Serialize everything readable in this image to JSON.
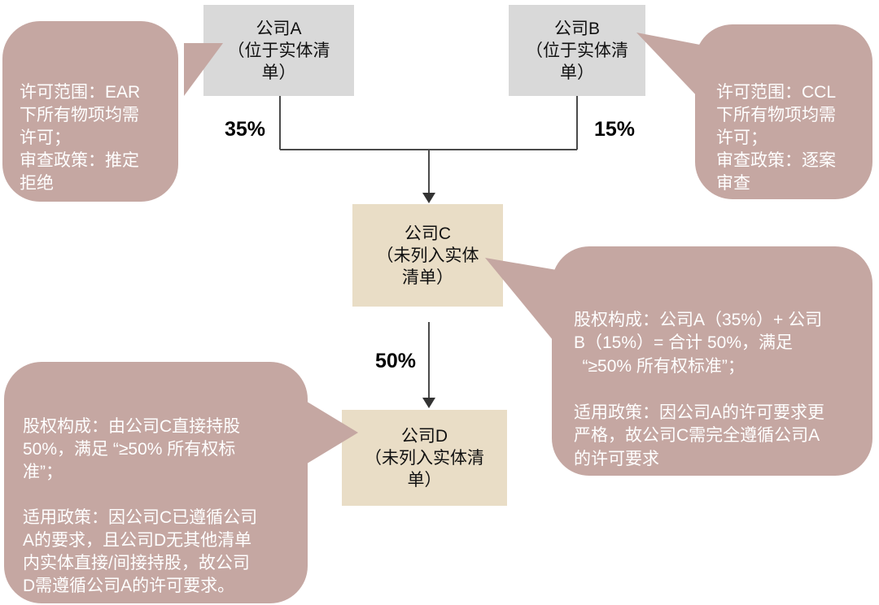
{
  "nodes": {
    "company_a": {
      "label": "公司A\n（位于实体清\n单）",
      "status": "位于实体清单"
    },
    "company_b": {
      "label": "公司B\n（位于实体清\n单）",
      "status": "位于实体清单"
    },
    "company_c": {
      "label": "公司C\n（未列入实体\n清单）",
      "status": "未列入实体清单"
    },
    "company_d": {
      "label": "公司D\n（未列入实体清\n单）",
      "status": "未列入实体清单"
    }
  },
  "edges": {
    "a_to_c": {
      "label": "35%"
    },
    "b_to_c": {
      "label": "15%"
    },
    "c_to_d": {
      "label": "50%"
    }
  },
  "callouts": {
    "company_a_policy": {
      "text": "许可范围：EAR\n下所有物项均需\n许可；\n审查政策：推定\n拒绝"
    },
    "company_b_policy": {
      "text": "许可范围：CCL\n下所有物项均需\n许可；\n审查政策：逐案\n审查"
    },
    "company_c_analysis": {
      "text": "股权构成：公司A（35%）+ 公司\nB（15%）= 合计 50%，满足\n “≥50% 所有权标准”；\n\n适用政策：因公司A的许可要求更\n严格，故公司C需完全遵循公司A\n的许可要求"
    },
    "company_d_analysis": {
      "text": "股权构成：由公司C直接持股\n50%，满足 “≥50% 所有权标\n准”；\n\n适用政策：因公司C已遵循公司\nA的要求，且公司D无其他清单\n内实体直接/间接持股，故公司\nD需遵循公司A的许可要求。"
    }
  },
  "colors": {
    "callout_bg": "#c5a7a2",
    "entity_box_bg": "#d9d9d9",
    "non_entity_box_bg": "#e9ddc6",
    "connector": "#4a4a4a",
    "arrow_fill": "#333333",
    "node_text": "#111111",
    "callout_text": "#ffffff",
    "label_text": "#000000",
    "page_bg": "#ffffff"
  }
}
